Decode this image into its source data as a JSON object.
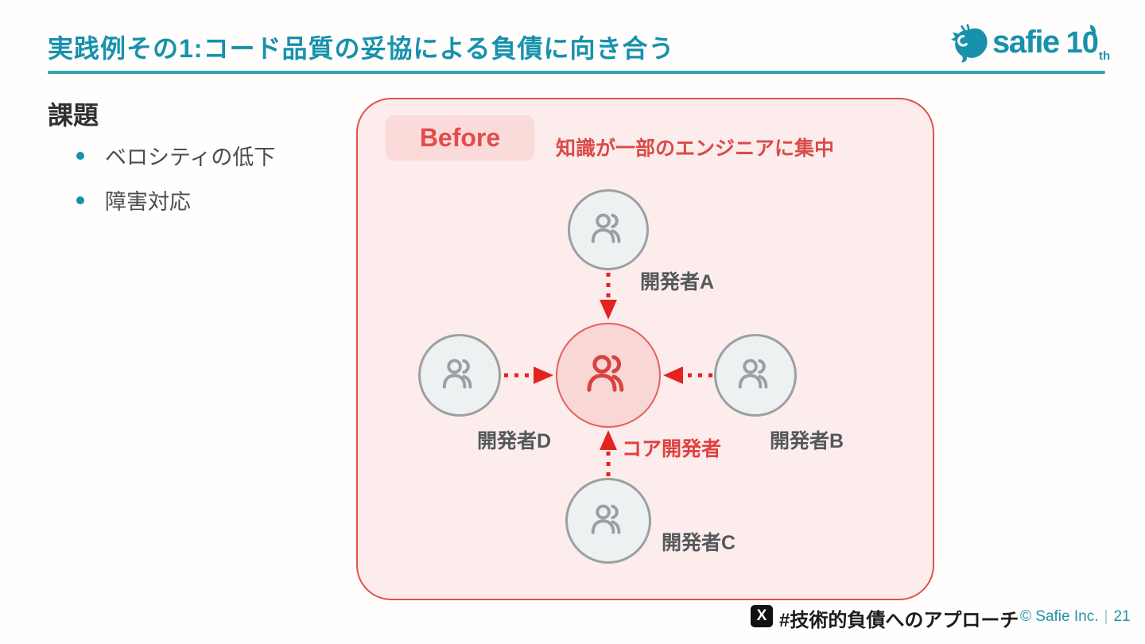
{
  "header": {
    "title": "実践例その1:コード品質の妥協による負債に向き合う",
    "logo": {
      "brand": "safie",
      "anniversary": "10",
      "suffix": "th"
    }
  },
  "left": {
    "heading": "課題",
    "bullets": [
      "ベロシティの低下",
      "障害対応"
    ]
  },
  "diagram": {
    "badge": "Before",
    "caption": "知識が一部のエンジニアに集中",
    "core_label": "コア開発者",
    "nodes": [
      {
        "id": "A",
        "label": "開発者A"
      },
      {
        "id": "B",
        "label": "開発者B"
      },
      {
        "id": "C",
        "label": "開発者C"
      },
      {
        "id": "D",
        "label": "開発者D"
      }
    ]
  },
  "footer": {
    "x_glyph": "X",
    "hashtag": "#技術的負債へのアプローチ",
    "copyright": "© Safie Inc.",
    "separator": "|",
    "page": "21"
  },
  "colors": {
    "brand_teal": "#1791ac",
    "accent_red": "#df5350",
    "arrow_red": "#e32320",
    "panel_bg": "#fdecec",
    "badge_bg": "#fbdbda",
    "node_gray_fill": "#eef1f2",
    "node_gray_border": "#9ba0a2",
    "core_fill": "#f8d7d5",
    "core_border": "#e2615d",
    "label_gray": "#54585b"
  }
}
